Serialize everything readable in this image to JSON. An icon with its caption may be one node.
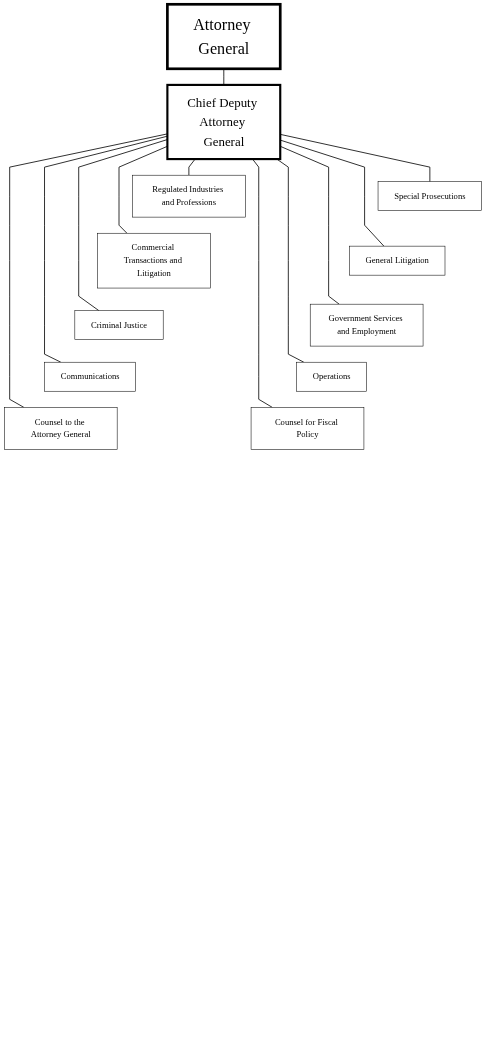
{
  "diagram": {
    "nodes": [
      {
        "text": [
          "Attorney General"
        ]
      },
      {
        "text": [
          "Chief Deputy Attorney General"
        ]
      },
      {
        "text": [
          "Regulated Industries and Professions"
        ]
      },
      {
        "text": [
          "Special Prosecutions"
        ]
      },
      {
        "text": [
          "Commercial Transactions and Litigation"
        ]
      },
      {
        "text": [
          "General Litigation"
        ]
      },
      {
        "text": [
          "Criminal Justice"
        ]
      },
      {
        "text": [
          "Government Services and Employment"
        ]
      },
      {
        "text": [
          "Communications"
        ]
      },
      {
        "text": [
          "Operations"
        ]
      },
      {
        "text": [
          "Counsel to the Attorney General"
        ]
      },
      {
        "text": [
          "Counsel for Fiscal Policy"
        ]
      }
    ],
    "edges": [
      {
        "from": 0,
        "to": 1,
        "arrow": "none"
      },
      {
        "from": 1,
        "to": 2,
        "arrow": "none"
      },
      {
        "from": 1,
        "to": 3,
        "arrow": "none"
      },
      {
        "from": 1,
        "to": 4,
        "arrow": "none"
      },
      {
        "from": 1,
        "to": 5,
        "arrow": "none"
      },
      {
        "from": 1,
        "to": 6,
        "arrow": "none"
      },
      {
        "from": 1,
        "to": 7,
        "arrow": "none"
      },
      {
        "from": 1,
        "to": 8,
        "arrow": "none"
      },
      {
        "from": 1,
        "to": 9,
        "arrow": "none"
      },
      {
        "from": 1,
        "to": 10,
        "arrow": "none"
      },
      {
        "from": 1,
        "to": 11,
        "arrow": "none"
      }
    ]
  }
}
